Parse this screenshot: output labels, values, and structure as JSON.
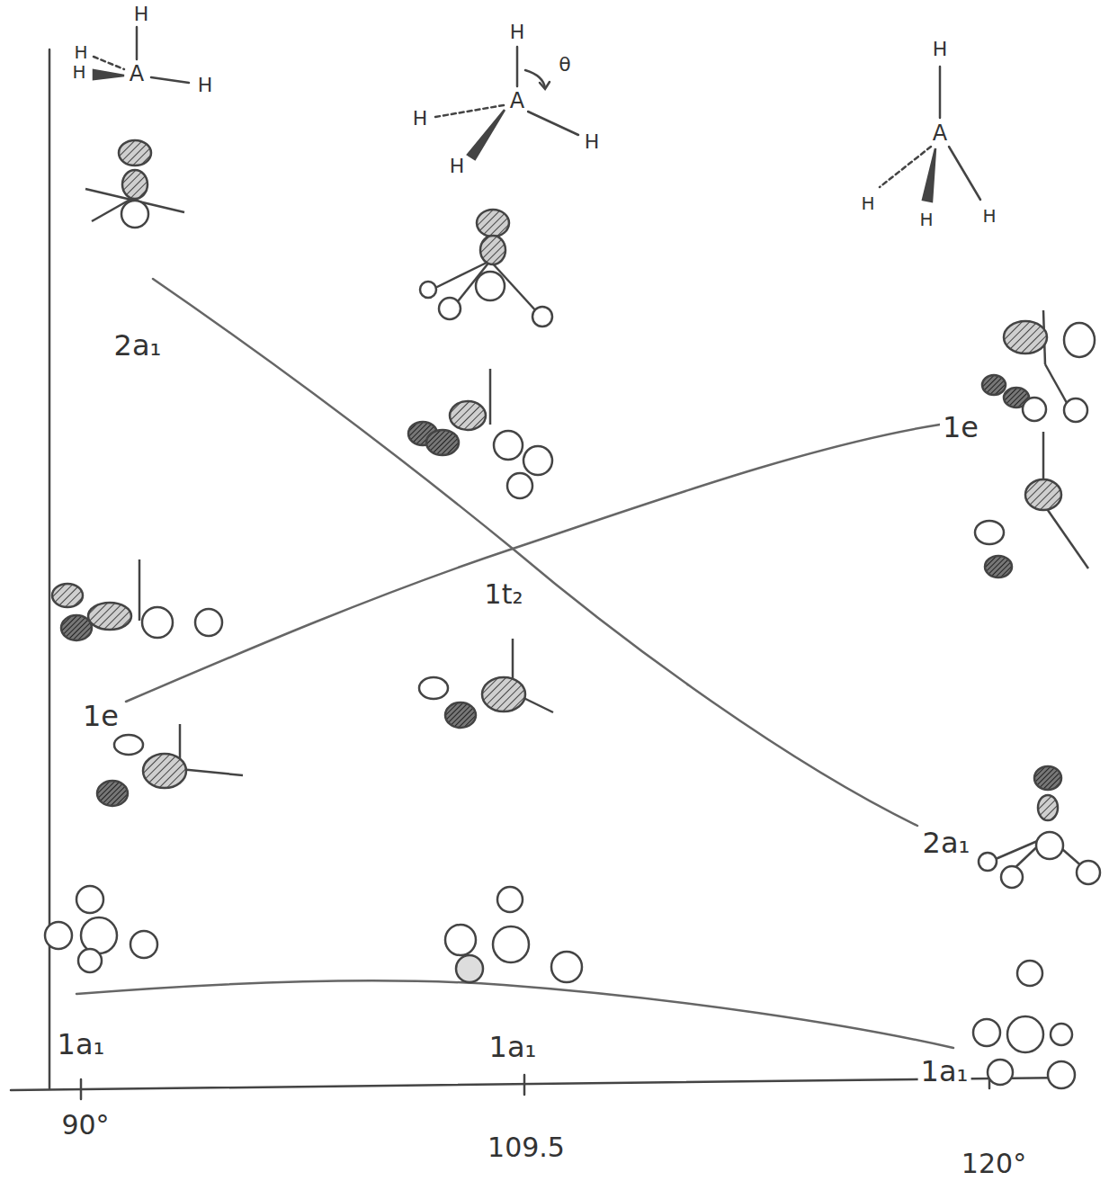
{
  "diagram": {
    "labels": [
      "H",
      "H",
      "H",
      "A",
      "H",
      "H",
      "θ",
      "H",
      "A",
      "H",
      "H",
      "H",
      "A",
      "H",
      "H",
      "H",
      "2a₁",
      "1e",
      "1t₂",
      "1e",
      "2a₁",
      "1a₁",
      "1a₁",
      "1a₁",
      "90°",
      "109.5",
      "120°"
    ]
  }
}
